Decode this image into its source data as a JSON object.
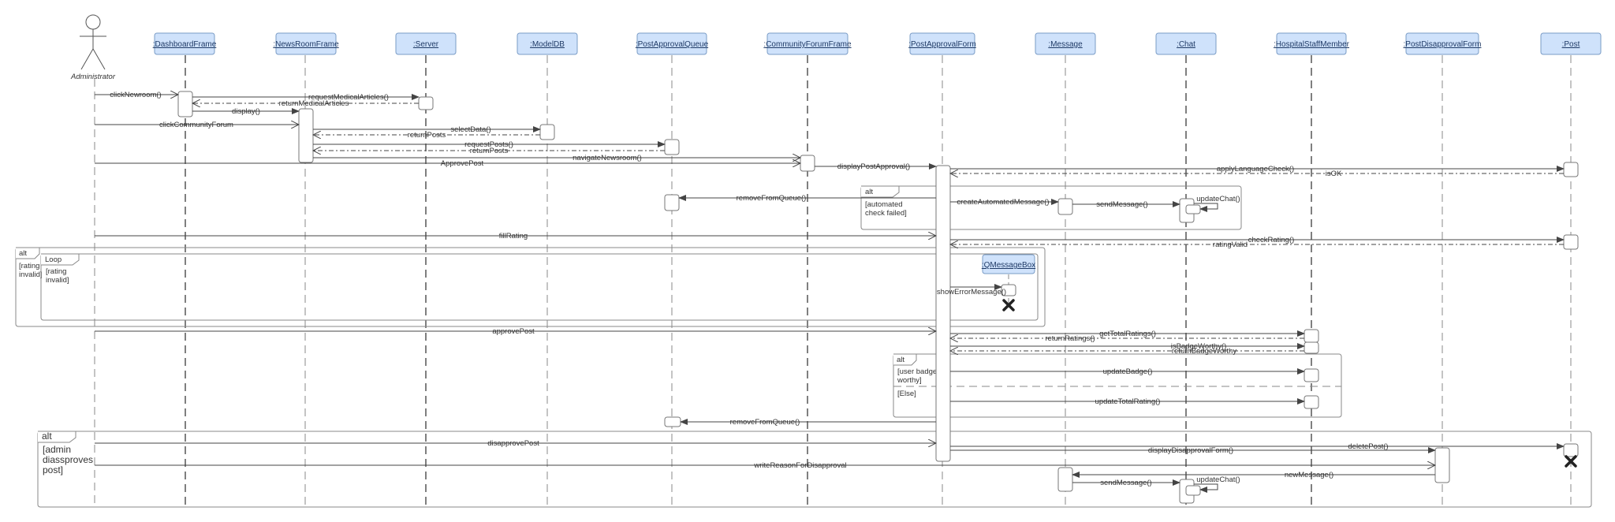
{
  "actor": {
    "name": "Administrator"
  },
  "participants": [
    {
      "id": "dash",
      "label": ":DashboardFrame"
    },
    {
      "id": "news",
      "label": ":NewsRoomFrame"
    },
    {
      "id": "server",
      "label": ":Server"
    },
    {
      "id": "model",
      "label": ":ModelDB"
    },
    {
      "id": "paq",
      "label": ":PostApprovalQueue"
    },
    {
      "id": "cff",
      "label": ":CommunityForumFrame"
    },
    {
      "id": "paf",
      "label": ":PostApprovalForm"
    },
    {
      "id": "msg",
      "label": ":Message"
    },
    {
      "id": "chat",
      "label": ":Chat"
    },
    {
      "id": "hsm",
      "label": ":HospitalStaffMember"
    },
    {
      "id": "pdf",
      "label": ":PostDisapprovalForm"
    },
    {
      "id": "post",
      "label": ":Post"
    }
  ],
  "created_participant": {
    "label": ":QMessageBox"
  },
  "messages": [
    {
      "id": "m1",
      "label": "clickNewroom()"
    },
    {
      "id": "m2",
      "label": "requestMedicalArticles()"
    },
    {
      "id": "m3",
      "label": "returnMedicalArticles"
    },
    {
      "id": "m4",
      "label": "display()"
    },
    {
      "id": "m5",
      "label": "clickCommunityForum"
    },
    {
      "id": "m6",
      "label": "selectData()"
    },
    {
      "id": "m7",
      "label": "returnPosts"
    },
    {
      "id": "m8",
      "label": "requestPosts()"
    },
    {
      "id": "m9",
      "label": "returnPosts"
    },
    {
      "id": "m10",
      "label": "navigateNewsroom()"
    },
    {
      "id": "m11",
      "label": "ApprovePost"
    },
    {
      "id": "m12",
      "label": "displayPostApproval()"
    },
    {
      "id": "m13",
      "label": "applyLanguageCheck()"
    },
    {
      "id": "m14",
      "label": "isOK"
    },
    {
      "id": "m15",
      "label": "removeFromQueue()"
    },
    {
      "id": "m16",
      "label": "createAutomatedMessage()"
    },
    {
      "id": "m17",
      "label": "sendMessage()"
    },
    {
      "id": "m18",
      "label": "updateChat()"
    },
    {
      "id": "m19",
      "label": "fillRating"
    },
    {
      "id": "m20",
      "label": "checkRating()"
    },
    {
      "id": "m21",
      "label": "ratingValid"
    },
    {
      "id": "m22",
      "label": "showErrorMessage()"
    },
    {
      "id": "m23",
      "label": "approvePost"
    },
    {
      "id": "m24",
      "label": "getTotalRatings()"
    },
    {
      "id": "m25",
      "label": "returnRatings()"
    },
    {
      "id": "m26",
      "label": "isBadgeWorthy()"
    },
    {
      "id": "m27",
      "label": "returnBadgeWorthy"
    },
    {
      "id": "m28",
      "label": "updateBadge()"
    },
    {
      "id": "m29",
      "label": "updateTotalRating()"
    },
    {
      "id": "m30",
      "label": "removeFromQueue()"
    },
    {
      "id": "m31",
      "label": "disapprovePost"
    },
    {
      "id": "m32",
      "label": "deletePost()"
    },
    {
      "id": "m33",
      "label": "displayDisapprovalForm()"
    },
    {
      "id": "m34",
      "label": "writeReasonForDisapproval"
    },
    {
      "id": "m35",
      "label": "newMessage()"
    },
    {
      "id": "m36",
      "label": "sendMessage()"
    },
    {
      "id": "m37",
      "label": "updateChat()"
    }
  ],
  "fragments": [
    {
      "id": "f1",
      "kind": "alt",
      "guard": [
        "[automated",
        "check failed]"
      ]
    },
    {
      "id": "f2",
      "kind": "alt",
      "guard": [
        "[rating",
        "invalid]"
      ]
    },
    {
      "id": "f3",
      "kind": "Loop",
      "guard": [
        "[rating",
        "invalid]"
      ]
    },
    {
      "id": "f4",
      "kind": "alt",
      "guard": [
        "[user badge",
        "worthy]"
      ],
      "else": "[Else]"
    },
    {
      "id": "f5",
      "kind": "alt",
      "guard": [
        "[admin",
        "diassproves",
        "post]"
      ]
    }
  ],
  "colors": {
    "header_fill": "#cfe2fb",
    "header_stroke": "#7a9cc6",
    "line": "#444444",
    "box_stroke": "#777777"
  }
}
